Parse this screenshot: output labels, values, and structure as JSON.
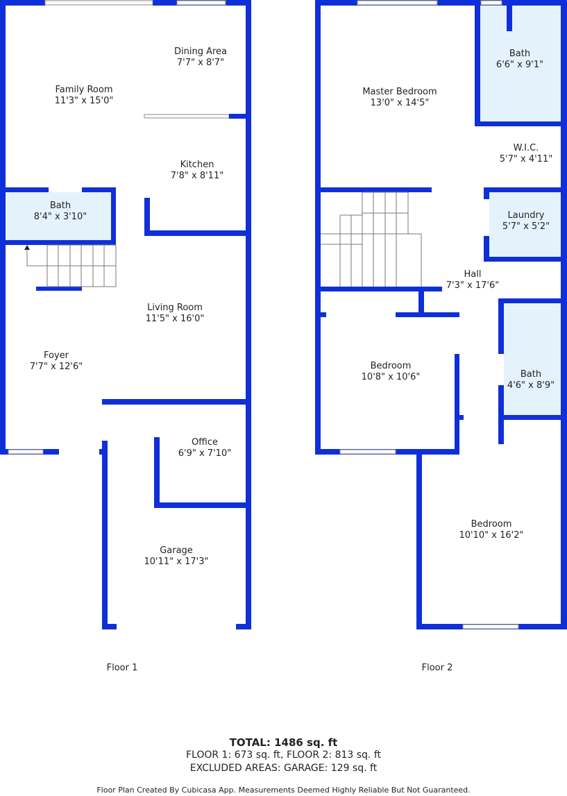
{
  "colors": {
    "wall": "#0f2fd8",
    "bath": "#e4f3fb"
  },
  "floor1": {
    "label": "Floor 1",
    "rooms": [
      {
        "name": "Family Room",
        "size": "11'3\" x 15'0\""
      },
      {
        "name": "Dining Area",
        "size": "7'7\" x 8'7\""
      },
      {
        "name": "Kitchen",
        "size": "7'8\" x 8'11\""
      },
      {
        "name": "Bath",
        "size": "8'4\" x 3'10\""
      },
      {
        "name": "Living Room",
        "size": "11'5\" x 16'0\""
      },
      {
        "name": "Foyer",
        "size": "7'7\" x 12'6\""
      },
      {
        "name": "Office",
        "size": "6'9\" x 7'10\""
      },
      {
        "name": "Garage",
        "size": "10'11\" x 17'3\""
      }
    ]
  },
  "floor2": {
    "label": "Floor 2",
    "rooms": [
      {
        "name": "Master Bedroom",
        "size": "13'0\" x 14'5\""
      },
      {
        "name": "Bath",
        "size": "6'6\" x 9'1\""
      },
      {
        "name": "W.I.C.",
        "size": "5'7\" x 4'11\""
      },
      {
        "name": "Laundry",
        "size": "5'7\" x 5'2\""
      },
      {
        "name": "Hall",
        "size": "7'3\" x 17'6\""
      },
      {
        "name": "Bedroom",
        "size": "10'8\" x 10'6\""
      },
      {
        "name": "Bath",
        "size": "4'6\" x 8'9\""
      },
      {
        "name": "Bedroom",
        "size": "10'10\" x 16'2\""
      }
    ]
  },
  "summary": {
    "total": "TOTAL: 1486 sq. ft",
    "floors": "FLOOR 1: 673 sq. ft, FLOOR 2: 813 sq. ft",
    "excluded": "EXCLUDED AREAS: GARAGE: 129 sq. ft",
    "disclaimer": "Floor Plan Created By Cubicasa App. Measurements Deemed Highly Reliable But Not Guaranteed."
  }
}
